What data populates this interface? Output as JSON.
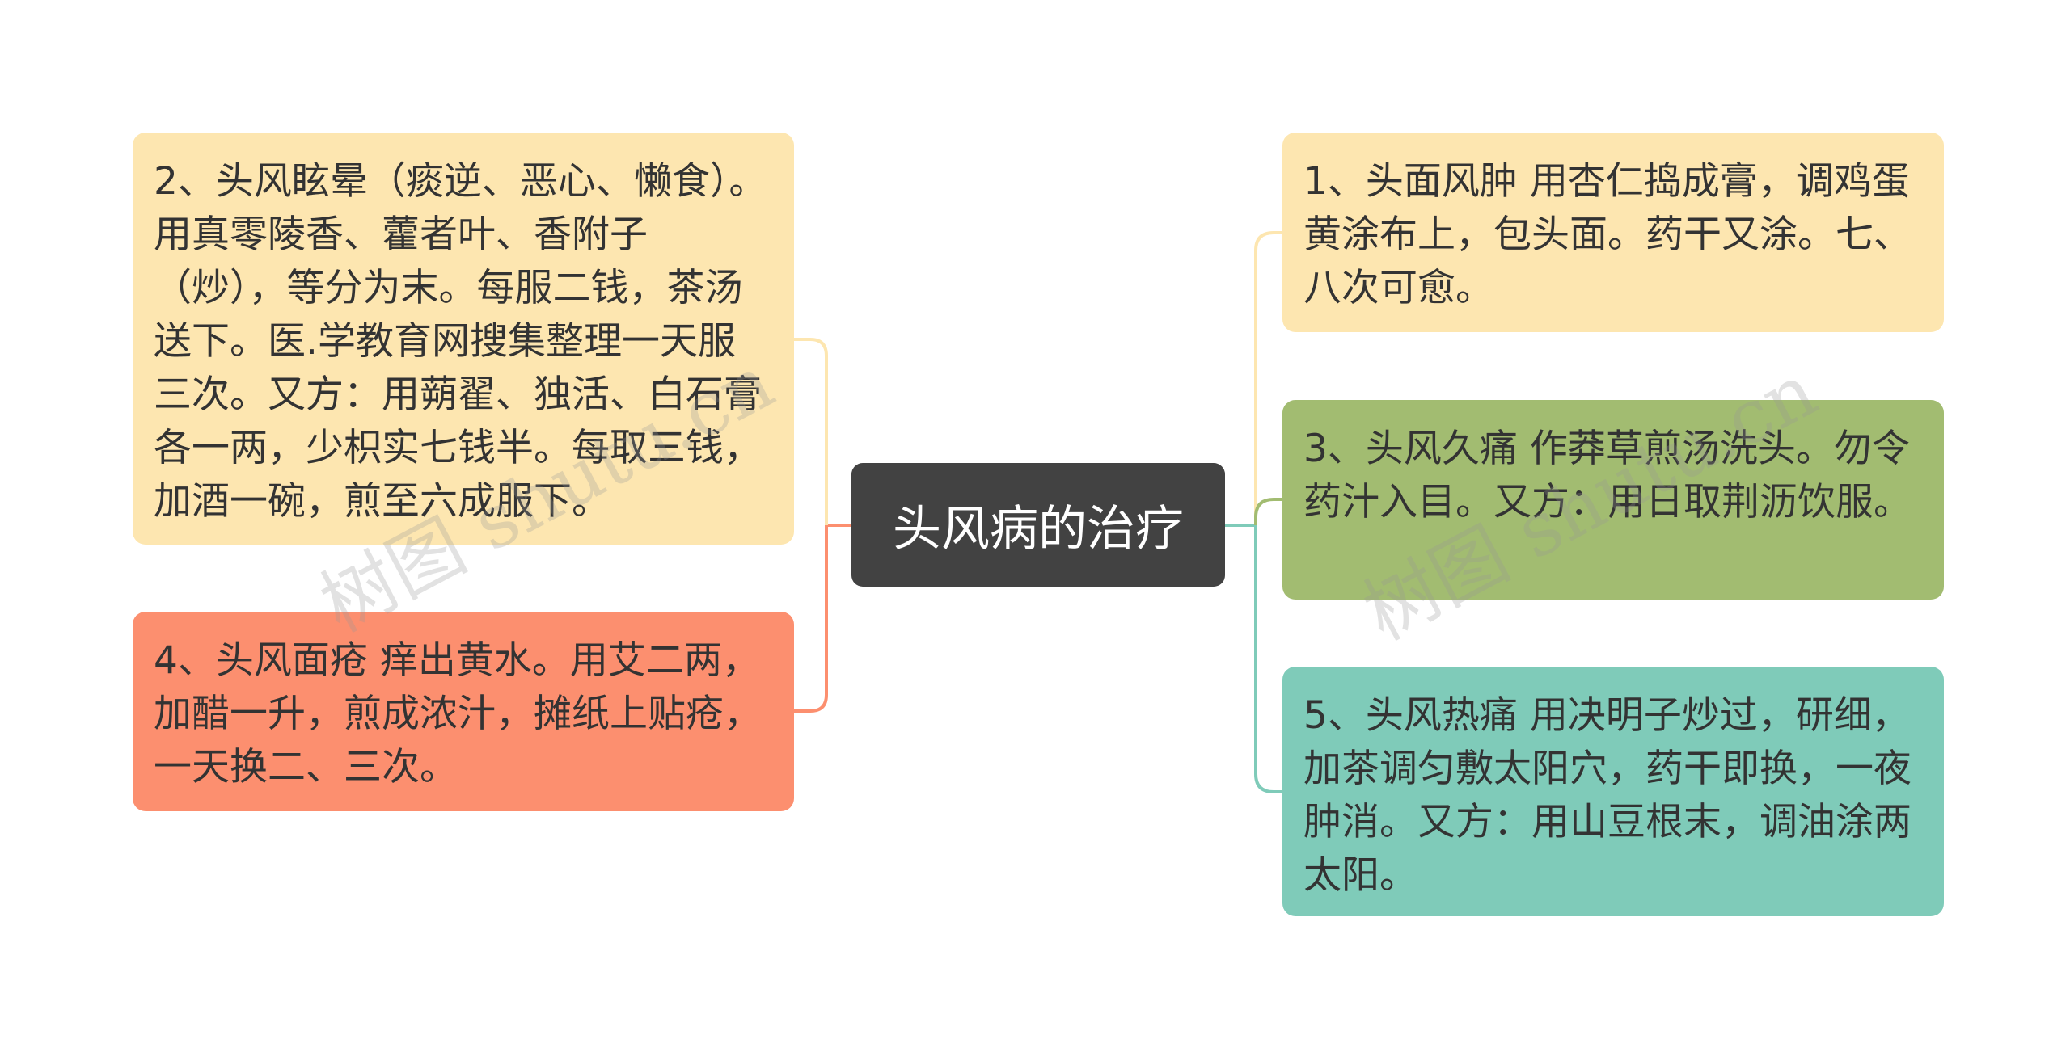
{
  "central": {
    "label": "头风病的治疗"
  },
  "nodes": {
    "n1": {
      "text": "1、头面风肿 用杏仁捣成膏，调鸡蛋黄涂布上，包头面。药干又涂。七、八次可愈。",
      "color": "#FDE6B0"
    },
    "n2": {
      "text": "2、头风眩晕（痰逆、恶心、懒食）。用真零陵香、藿者叶、香附子（炒），等分为末。每服二钱，茶汤送下。医.学教育网搜集整理一天服三次。又方：用蒴翟、独活、白石膏各一两，少枳实七钱半。每取三钱，加酒一碗，煎至六成服下。",
      "color": "#FDE6B0"
    },
    "n3": {
      "text": "3、头风久痛 作莽草煎汤洗头。勿令药汁入目。又方：用日取荆沥饮服。",
      "color": "#A2BC71"
    },
    "n4": {
      "text": "4、头风面疮 痒出黄水。用艾二两，加醋一升，煎成浓汁，摊纸上贴疮，一天换二、三次。",
      "color": "#FC8F6F"
    },
    "n5": {
      "text": "5、头风热痛 用决明子炒过，研细，加茶调匀敷太阳穴，药干即换，一夜肿消。又方：用山豆根末，调油涂两太阳。",
      "color": "#7FCBB9"
    }
  },
  "connector_colors": {
    "n1": "#FDE6B0",
    "n2": "#FDE6B0",
    "n3": "#A2BC71",
    "n4": "#FC8F6F",
    "n5": "#7FCBB9",
    "center_right": "#7FCBB9",
    "center_left": "#FC8F6F"
  },
  "watermark": "树图 shutu.cn"
}
